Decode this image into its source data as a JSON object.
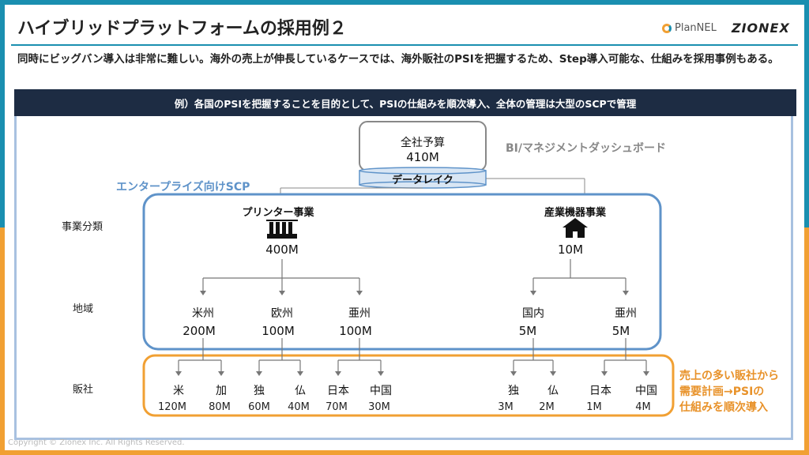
{
  "header": {
    "title": "ハイブリッドプラットフォームの採用例２",
    "logo_planel": "PlanNEL",
    "logo_zionex": "ZIONEX"
  },
  "lead_text": "同時にビッグバン導入は非常に難しい。海外の売上が伸長しているケースでは、海外販社のPSIを把握するため、Step導入可能な、仕組みを採用事例もある。",
  "banner_text": "例）各国のPSIを把握することを目的として、PSIの仕組みを順次導入、全体の管理は大型のSCPで管理",
  "diagram": {
    "top_node": {
      "name": "全社予算",
      "value": "410M"
    },
    "data_lake": "データレイク",
    "bi_label": "BI/マネジメントダッシュボード",
    "enterprise_label": "エンタープライズ向けSCP",
    "row_labels": {
      "business": "事業分類",
      "region": "地域",
      "sales_company": "販社"
    },
    "businesses": [
      {
        "name": "プリンター事業",
        "value": "400M",
        "icon": "factory-icon"
      },
      {
        "name": "産業機器事業",
        "value": "10M",
        "icon": "house-icon"
      }
    ],
    "regions": [
      {
        "name": "米州",
        "value": "200M"
      },
      {
        "name": "欧州",
        "value": "100M"
      },
      {
        "name": "亜州",
        "value": "100M"
      },
      {
        "name": "国内",
        "value": "5M"
      },
      {
        "name": "亜州",
        "value": "5M"
      }
    ],
    "sales_companies": [
      {
        "name": "米",
        "value": "120M"
      },
      {
        "name": "加",
        "value": "80M"
      },
      {
        "name": "独",
        "value": "60M"
      },
      {
        "name": "仏",
        "value": "40M"
      },
      {
        "name": "日本",
        "value": "70M"
      },
      {
        "name": "中国",
        "value": "30M"
      },
      {
        "name": "独",
        "value": "3M"
      },
      {
        "name": "仏",
        "value": "2M"
      },
      {
        "name": "日本",
        "value": "1M"
      },
      {
        "name": "中国",
        "value": "4M"
      }
    ],
    "callout": [
      "売上の多い販社から",
      "需要計画→PSIの",
      "仕組みを順次導入"
    ]
  },
  "footer": {
    "copyright": "Copyright © Zionex Inc. All Rights Reserved."
  },
  "colors": {
    "teal": "#1a8fb0",
    "orange": "#f1a033",
    "navy": "#1d2c43",
    "blue_box": "#5f93c9"
  }
}
